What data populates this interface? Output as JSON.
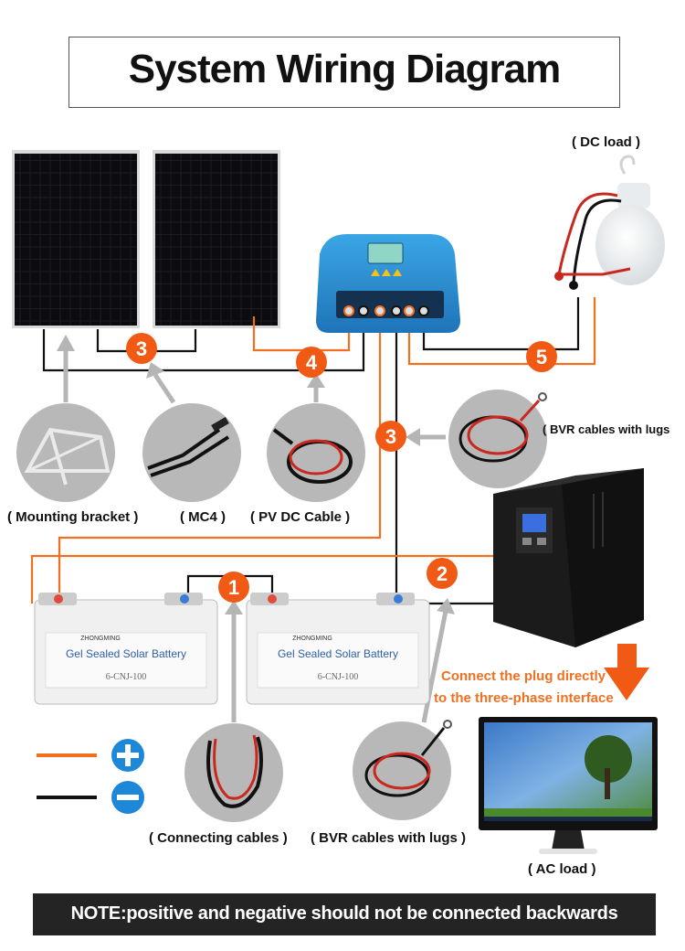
{
  "title": "System Wiring Diagram",
  "labels": {
    "dc_load": "( DC load )",
    "bvr_cables_right": "( BVR cables with lugs",
    "mounting_bracket": "( Mounting bracket )",
    "mc4": "( MC4 )",
    "pv_dc_cable": "( PV DC Cable )",
    "connecting_cables": "( Connecting cables )",
    "bvr_cables_bottom": "( BVR cables with lugs )",
    "ac_load": "( AC load )",
    "connect_plug_line1": "Connect the plug directly",
    "connect_plug_line2": "to the three-phase interface"
  },
  "steps": [
    "1",
    "2",
    "3",
    "3",
    "4",
    "5"
  ],
  "battery": {
    "brand": "ZHONGMING",
    "name": "Gel Sealed Solar Battery",
    "model": "6-CNJ-100"
  },
  "legend": {
    "positive": "+",
    "negative": "−",
    "positive_color": "#f07020",
    "negative_color": "#111111",
    "symbol_color": "#1e88d8"
  },
  "note": "NOTE:positive and negative should not be connected backwards",
  "colors": {
    "accent_orange": "#f05a14",
    "wire_orange": "#f07020",
    "wire_black": "#111111",
    "controller_blue": "#2a8fd0"
  }
}
